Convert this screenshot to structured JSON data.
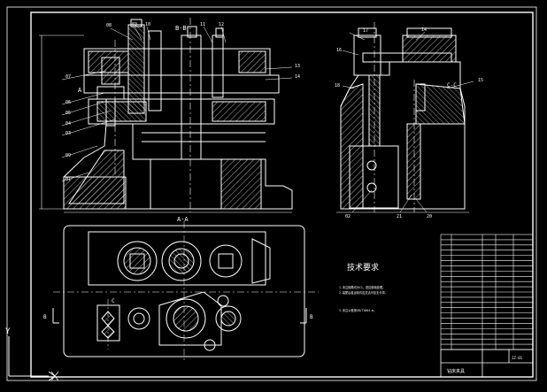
{
  "drawing": {
    "section_labels": {
      "bb": "B-B",
      "aa": "A-A",
      "cc": "C-C",
      "a_left": "A",
      "c_small": "C",
      "b_left": "B",
      "b_right": "B"
    },
    "part_numbers_left": [
      "08",
      "03",
      "10",
      "11",
      "12",
      "07",
      "06",
      "05",
      "04",
      "03",
      "09",
      "01",
      "13",
      "14"
    ],
    "part_numbers_right": [
      "17",
      "14",
      "16",
      "18",
      "15",
      "02",
      "21",
      "20"
    ],
    "tech_title": "技术要求",
    "tech_notes": [
      "1.未注倒角均为C1，锐边倒钝处理。",
      "2.装配后各运动件应灵活可靠无卡滞。",
      "3.未注公差按GB/T1804-m。"
    ],
    "title_block": {
      "name": "钻床夹具",
      "code": "JZ-01"
    },
    "bom_count": 22,
    "ucs_label": "Y"
  }
}
